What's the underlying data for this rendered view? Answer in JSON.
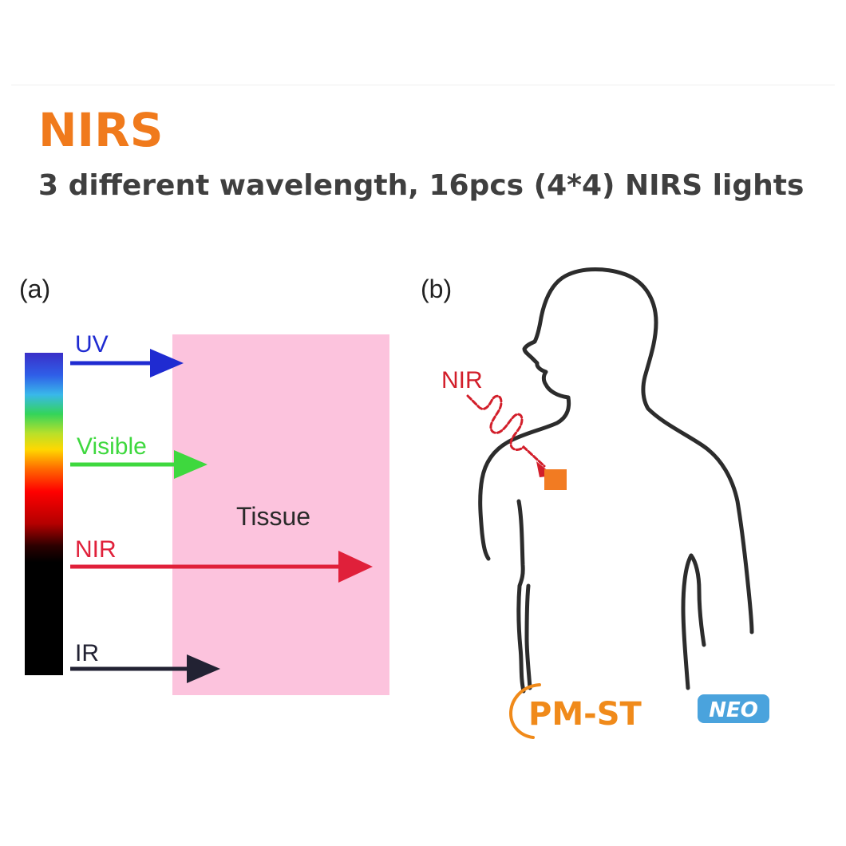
{
  "header": {
    "title": "NIRS",
    "subtitle": "3 different wavelength, 16pcs (4*4) NIRS lights"
  },
  "panel_a": {
    "label": "(a)",
    "tissue_label": "Tissue",
    "arrows": [
      {
        "label": "UV",
        "color": "#1f2bd1"
      },
      {
        "label": "Visible",
        "color": "#3ed83e"
      },
      {
        "label": "NIR",
        "color": "#e0203a"
      },
      {
        "label": "IR",
        "color": "#222233"
      }
    ]
  },
  "panel_b": {
    "label": "(b)",
    "nir_label": "NIR"
  },
  "logo": {
    "brand": "PM-ST",
    "badge": "NEO"
  },
  "colors": {
    "title": "#f07a1c",
    "tissue": "#fcc3dd",
    "nir": "#d21e2a",
    "target": "#f27b22",
    "logo_orange": "#f08a1a",
    "logo_blue": "#4aa3dd"
  }
}
